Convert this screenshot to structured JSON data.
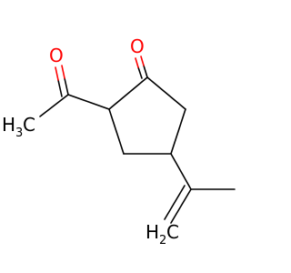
{
  "molecule": {
    "atoms": {
      "o_ketone": "O",
      "o_acetyl": "O",
      "h3c_methyl": "H",
      "h3c_methyl_sub": "3",
      "h3c_methyl_c": "C",
      "h2c_vinyl": "H",
      "h2c_vinyl_sub": "2",
      "h2c_vinyl_c": "C"
    },
    "colors": {
      "bond": "#000000",
      "oxygen": "#ff0000",
      "carbon_label": "#000000"
    }
  }
}
